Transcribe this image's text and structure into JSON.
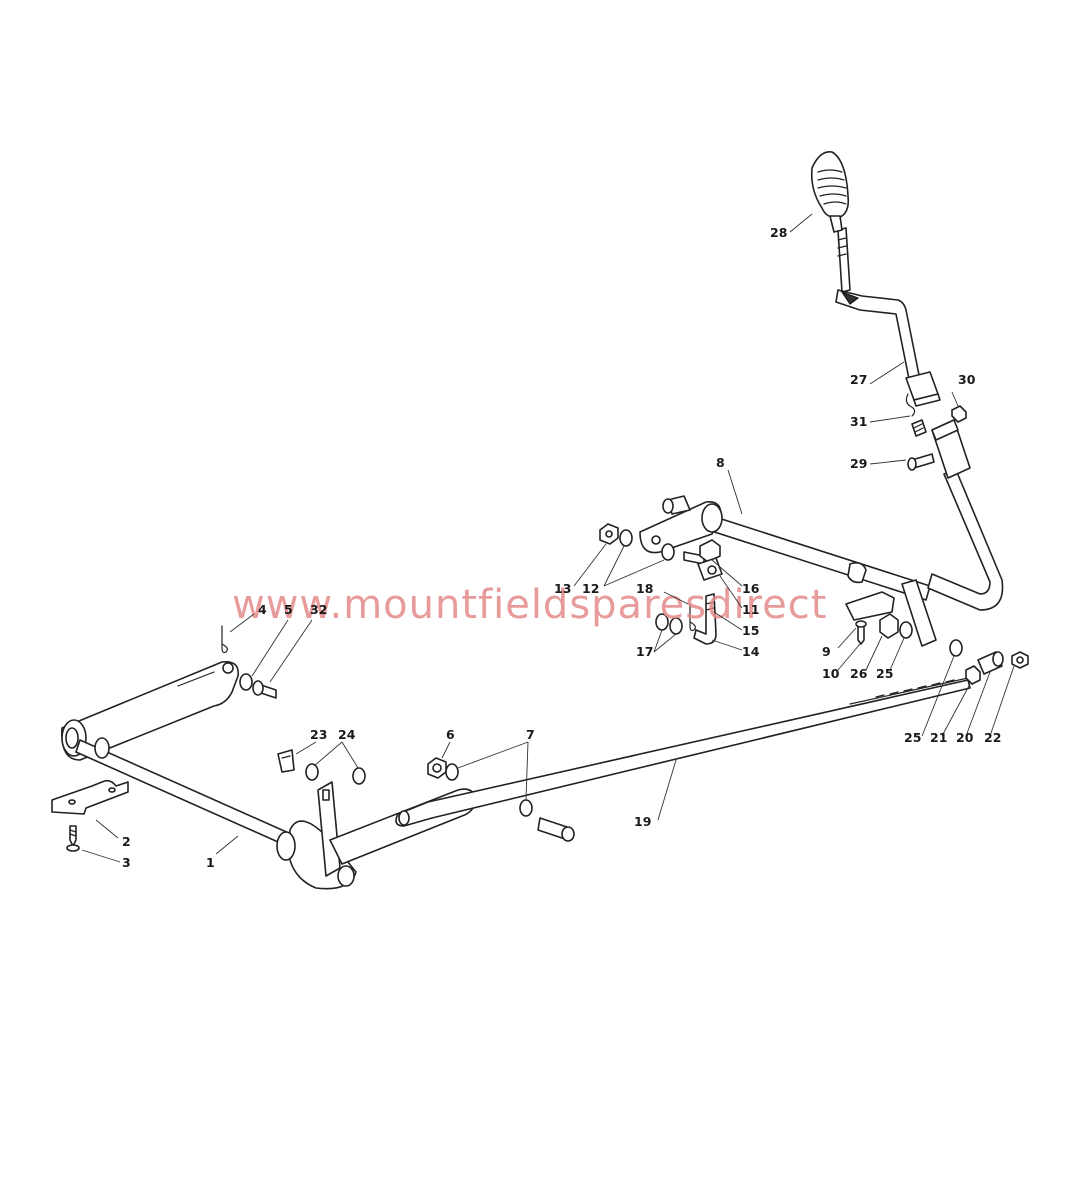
{
  "watermark": "www.mountfieldsparesdirect",
  "colors": {
    "line": "#222222",
    "watermark": "#e58a8a",
    "background": "#ffffff"
  },
  "callouts": {
    "c1": "1",
    "c2": "2",
    "c3": "3",
    "c4": "4",
    "c5": "5",
    "c32": "32",
    "c6": "6",
    "c7": "7",
    "c8": "8",
    "c9": "9",
    "c10": "10",
    "c11": "11",
    "c12": "12",
    "c13": "13",
    "c14": "14",
    "c15": "15",
    "c16": "16",
    "c17": "17",
    "c18": "18",
    "c19": "19",
    "c20": "20",
    "c21": "21",
    "c22": "22",
    "c23": "23",
    "c24": "24",
    "c25a": "25",
    "c25b": "25",
    "c26": "26",
    "c27": "27",
    "c28": "28",
    "c29": "29",
    "c30": "30",
    "c31": "31"
  }
}
